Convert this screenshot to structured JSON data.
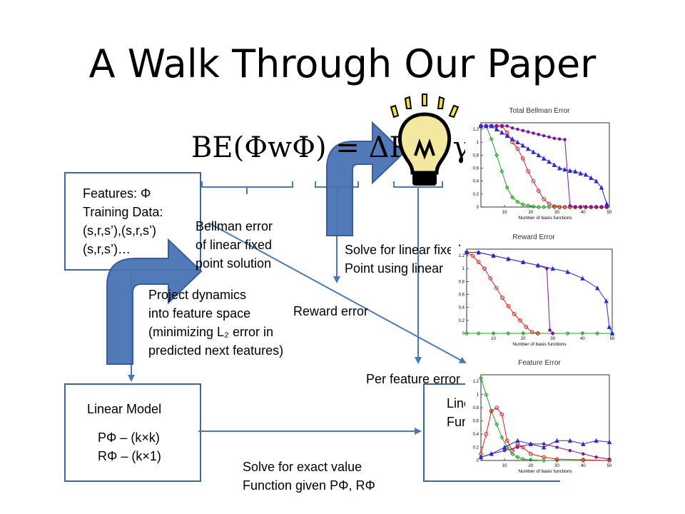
{
  "title": "A Walk Through Our Paper",
  "equation": "BE(ΦwΦ) = ΔR + γ(ΔΦ)wΦ",
  "features_box": {
    "line1": "Features: Φ",
    "line2": "Training Data:",
    "line3": "(s,r,s’),(s,r,s’)",
    "line4": "(s,r,s’)…"
  },
  "linear_model_box": {
    "title": "Linear Model",
    "p_line": "PΦ – (k×k)",
    "r_line": "RΦ – (k×1)"
  },
  "linear_value_box": {
    "line1": "Linear Value",
    "line2": "Function"
  },
  "labels": {
    "bellman": [
      "Bellman error",
      "of linear fixed",
      "point solution"
    ],
    "solve_fixed": [
      "Solve for linear fixed",
      "Point using linear"
    ],
    "project": [
      "Project dynamics",
      "into feature space",
      "(minimizing L₂ error in",
      "predicted next features)"
    ],
    "reward_error": "Reward error",
    "per_feature": "Per feature error",
    "solve_exact": [
      "Solve for exact value",
      "Function given PΦ, RΦ"
    ]
  },
  "chart_data": [
    {
      "type": "line",
      "title": "Total Bellman Error",
      "xlabel": "Number of basis functions",
      "ylabel": "",
      "xlim": [
        1,
        50
      ],
      "ylim": [
        0,
        1.3
      ],
      "xticks": [
        10,
        20,
        30,
        40,
        50
      ],
      "yticks": [
        0,
        0.2,
        0.4,
        0.6,
        0.8,
        1,
        1.2
      ],
      "series": [
        {
          "color": "#22a022",
          "marker": "diamond",
          "x": [
            1,
            3,
            5,
            7,
            9,
            11,
            13,
            15,
            17,
            19,
            21,
            23,
            25,
            27,
            29,
            31,
            33,
            35,
            37,
            39,
            41,
            43,
            45,
            47,
            49
          ],
          "values": [
            1.25,
            1.25,
            1.05,
            0.8,
            0.55,
            0.3,
            0.15,
            0.08,
            0.04,
            0.02,
            0.01,
            0.0,
            0.0,
            0.0,
            0.0,
            0.0,
            0.0,
            0.0,
            0.0,
            0.0,
            0.0,
            0.0,
            0.0,
            0.0,
            0.0
          ]
        },
        {
          "color": "#e02020",
          "marker": "circle",
          "x": [
            1,
            3,
            5,
            7,
            9,
            11,
            13,
            15,
            17,
            19,
            21,
            23,
            25,
            27,
            29,
            31,
            33,
            35,
            37,
            39,
            41,
            43,
            45,
            47,
            49
          ],
          "values": [
            1.25,
            1.25,
            1.25,
            1.25,
            1.25,
            1.15,
            1.0,
            0.9,
            0.75,
            0.55,
            0.4,
            0.25,
            0.12,
            0.05,
            0.01,
            0.0,
            0.0,
            0.0,
            0.0,
            0.0,
            0.0,
            0.0,
            0.0,
            0.0,
            0.0
          ]
        },
        {
          "color": "#7a1a9a",
          "marker": "star",
          "x": [
            1,
            3,
            5,
            7,
            9,
            11,
            13,
            15,
            17,
            19,
            21,
            23,
            25,
            27,
            29,
            31,
            33,
            35,
            37,
            39,
            41,
            43,
            45,
            47,
            49
          ],
          "values": [
            1.25,
            1.25,
            1.25,
            1.25,
            1.25,
            1.25,
            1.22,
            1.2,
            1.18,
            1.16,
            1.14,
            1.12,
            1.1,
            1.08,
            1.06,
            1.05,
            1.04,
            0.02,
            0.0,
            0.0,
            0.0,
            0.0,
            0.0,
            0.0,
            0.0
          ]
        },
        {
          "color": "#2a2ad0",
          "marker": "triangle",
          "x": [
            1,
            3,
            5,
            7,
            9,
            11,
            13,
            15,
            17,
            19,
            21,
            23,
            25,
            27,
            29,
            31,
            33,
            35,
            37,
            39,
            41,
            43,
            45,
            47,
            49
          ],
          "values": [
            1.25,
            1.25,
            1.25,
            1.2,
            1.15,
            1.1,
            1.05,
            1.0,
            0.95,
            0.9,
            0.85,
            0.8,
            0.75,
            0.7,
            0.65,
            0.6,
            0.58,
            0.56,
            0.55,
            0.52,
            0.5,
            0.45,
            0.4,
            0.3,
            0.05
          ]
        }
      ]
    },
    {
      "type": "line",
      "title": "Reward Error",
      "xlabel": "Number of basis functions",
      "ylabel": "",
      "xlim": [
        1,
        50
      ],
      "ylim": [
        0,
        1.3
      ],
      "xticks": [
        10,
        20,
        30,
        40,
        50
      ],
      "yticks": [
        0,
        0.2,
        0.4,
        0.6,
        0.8,
        1,
        1.2
      ],
      "series": [
        {
          "color": "#22a022",
          "marker": "diamond",
          "x": [
            1,
            5,
            10,
            15,
            20,
            25,
            30,
            35,
            40,
            45,
            50
          ],
          "values": [
            0,
            0,
            0,
            0,
            0,
            0,
            0,
            0,
            0,
            0,
            0
          ]
        },
        {
          "color": "#e02020",
          "marker": "circle",
          "x": [
            1,
            3,
            5,
            7,
            9,
            11,
            13,
            15,
            17,
            19,
            21,
            23,
            25
          ],
          "values": [
            1.25,
            1.2,
            1.1,
            1.0,
            0.85,
            0.7,
            0.55,
            0.42,
            0.3,
            0.2,
            0.1,
            0.02,
            0.0
          ]
        },
        {
          "color": "#7a1a9a",
          "marker": "star",
          "x": [
            1,
            5,
            10,
            15,
            20,
            25,
            28,
            29,
            30
          ],
          "values": [
            1.25,
            1.25,
            1.2,
            1.15,
            1.1,
            1.05,
            1.0,
            0.05,
            0.0
          ]
        },
        {
          "color": "#2a2ad0",
          "marker": "triangle",
          "x": [
            1,
            5,
            10,
            15,
            20,
            25,
            30,
            35,
            40,
            45,
            48,
            49,
            50
          ],
          "values": [
            1.25,
            1.25,
            1.2,
            1.15,
            1.1,
            1.05,
            1.0,
            0.95,
            0.85,
            0.7,
            0.5,
            0.1,
            0.0
          ]
        }
      ]
    },
    {
      "type": "line",
      "title": "Feature Error",
      "xlabel": "Number of basis functions",
      "ylabel": "",
      "xlim": [
        1,
        50
      ],
      "ylim": [
        0,
        1.3
      ],
      "xticks": [
        10,
        20,
        30,
        40,
        50
      ],
      "yticks": [
        0,
        0.2,
        0.4,
        0.6,
        0.8,
        1,
        1.2
      ],
      "series": [
        {
          "color": "#22a022",
          "marker": "diamond",
          "x": [
            1,
            3,
            5,
            7,
            9,
            11,
            13,
            15,
            17,
            20,
            25,
            30,
            40,
            50
          ],
          "values": [
            1.25,
            1.0,
            0.75,
            0.55,
            0.35,
            0.2,
            0.1,
            0.05,
            0.02,
            0.01,
            0.0,
            0.0,
            0.0,
            0.0
          ]
        },
        {
          "color": "#e02020",
          "marker": "circle",
          "x": [
            1,
            3,
            5,
            7,
            9,
            11,
            13,
            15,
            17,
            20,
            25,
            30,
            40,
            50
          ],
          "values": [
            0.1,
            0.4,
            0.75,
            0.8,
            0.7,
            0.3,
            0.15,
            0.25,
            0.2,
            0.1,
            0.05,
            0.02,
            0.01,
            0.0
          ]
        },
        {
          "color": "#7a1a9a",
          "marker": "star",
          "x": [
            1,
            5,
            10,
            15,
            20,
            25,
            30,
            35,
            40,
            45,
            50
          ],
          "values": [
            0.05,
            0.1,
            0.15,
            0.2,
            0.25,
            0.25,
            0.2,
            0.15,
            0.1,
            0.05,
            0.02
          ]
        },
        {
          "color": "#2a2ad0",
          "marker": "triangle",
          "x": [
            1,
            5,
            10,
            15,
            20,
            25,
            30,
            35,
            40,
            45,
            50
          ],
          "values": [
            0.05,
            0.1,
            0.2,
            0.3,
            0.25,
            0.2,
            0.3,
            0.3,
            0.25,
            0.3,
            0.28
          ]
        }
      ]
    }
  ]
}
